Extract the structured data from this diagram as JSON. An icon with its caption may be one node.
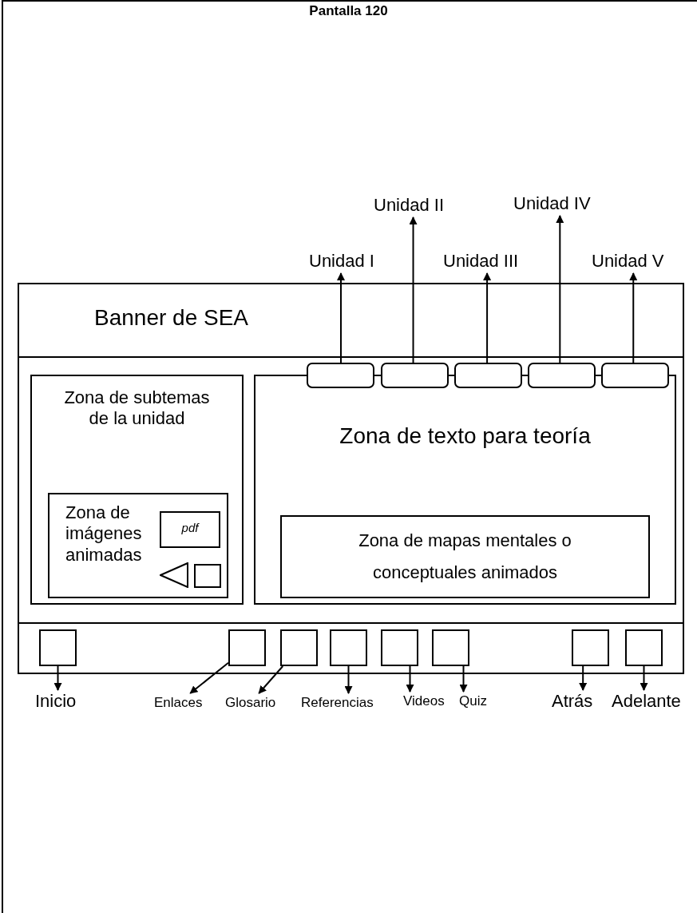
{
  "diagram": {
    "title": "Pantalla 120",
    "nodes": [
      {
        "text": [],
        "shape": "box"
      },
      {
        "text": [
          "Zona de subtemas de la unidad"
        ],
        "in": 0
      },
      {
        "text": [
          "Zona de imágenes animadas"
        ],
        "in": 1
      },
      {
        "text": [
          "pdf"
        ],
        "in": 2
      },
      {
        "text": [],
        "shape": "triangle",
        "in": 2
      },
      {
        "text": [],
        "shape": "box",
        "in": 2
      },
      {
        "text": [
          "Zona de texto para teoría"
        ],
        "in": 0
      },
      {
        "text": [
          "Zona de mapas mentales o conceptuales animados"
        ],
        "in": 6
      },
      {
        "text": [],
        "shape": "box",
        "in": 0
      },
      {
        "text": [],
        "shape": "box",
        "in": 0
      },
      {
        "text": [],
        "shape": "box",
        "in": 0
      },
      {
        "text": [],
        "shape": "box",
        "in": 0
      },
      {
        "text": [],
        "shape": "box",
        "in": 0
      },
      {
        "text": [
          "Unidad I"
        ]
      },
      {
        "text": [
          "Unidad II"
        ]
      },
      {
        "text": [
          "Unidad III"
        ]
      },
      {
        "text": [
          "Unidad IV"
        ]
      },
      {
        "text": [
          "Unidad V"
        ]
      },
      {
        "text": [],
        "shape": "box",
        "in": 0
      },
      {
        "text": [],
        "shape": "box",
        "in": 0
      },
      {
        "text": [],
        "shape": "box",
        "in": 0
      },
      {
        "text": [],
        "shape": "box",
        "in": 0
      },
      {
        "text": [],
        "shape": "box",
        "in": 0
      },
      {
        "text": [],
        "shape": "box",
        "in": 0
      },
      {
        "text": [],
        "shape": "box",
        "in": 0
      },
      {
        "text": [],
        "shape": "box",
        "in": 0
      },
      {
        "text": [
          "Inicio"
        ]
      },
      {
        "text": [
          "Enlaces"
        ]
      },
      {
        "text": [
          "Glosario"
        ]
      },
      {
        "text": [
          "Referencias"
        ]
      },
      {
        "text": [
          "Videos"
        ]
      },
      {
        "text": [
          "Quiz"
        ]
      },
      {
        "text": [
          "Atrás"
        ]
      },
      {
        "text": [
          "Adelante"
        ]
      }
    ],
    "edges": [
      {
        "from": 8,
        "to": 13,
        "arrow": "to"
      },
      {
        "from": 9,
        "to": 14,
        "arrow": "to"
      },
      {
        "from": 10,
        "to": 15,
        "arrow": "to"
      },
      {
        "from": 11,
        "to": 16,
        "arrow": "to"
      },
      {
        "from": 12,
        "to": 17,
        "arrow": "to"
      },
      {
        "from": 18,
        "to": 26,
        "arrow": "to"
      },
      {
        "from": 19,
        "to": 27,
        "arrow": "to"
      },
      {
        "from": 20,
        "to": 28,
        "arrow": "to"
      },
      {
        "from": 21,
        "to": 29,
        "arrow": "to"
      },
      {
        "from": 22,
        "to": 30,
        "arrow": "to"
      },
      {
        "from": 23,
        "to": 31,
        "arrow": "to"
      },
      {
        "from": 24,
        "to": 32,
        "arrow": "to"
      },
      {
        "from": 25,
        "to": 33,
        "arrow": "to"
      }
    ],
    "labels": [
      "Banner de SEA"
    ]
  }
}
